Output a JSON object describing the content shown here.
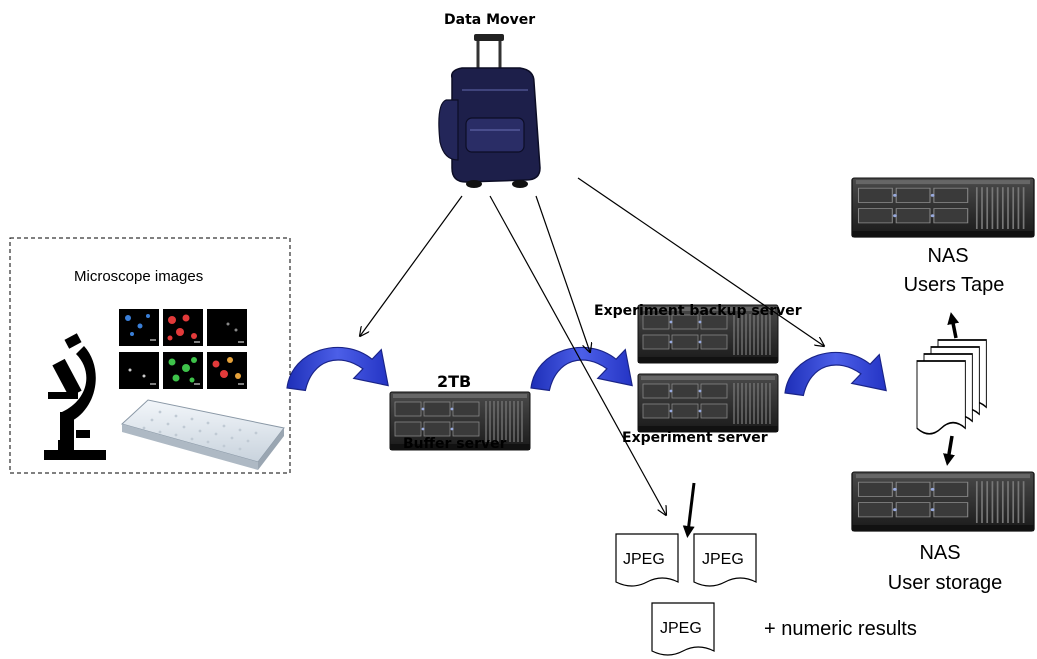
{
  "labels": {
    "data_mover": "Data Mover",
    "microscope_images": "Microscope images",
    "buffer_capacity": "2TB",
    "buffer_server": "Buffer server",
    "experiment_backup_server": "Experiment backup server",
    "experiment_server": "Experiment server",
    "nas_top_line1": "NAS",
    "nas_top_line2": "Users Tape",
    "nas_bottom_line1": "NAS",
    "nas_bottom_line2": "User storage",
    "jpeg_1": "JPEG",
    "jpeg_2": "JPEG",
    "jpeg_3": "JPEG",
    "numeric_results": "+ numeric results"
  },
  "colors": {
    "flow_arrow": "#2f3fd6",
    "server_body": "#2a2a2a",
    "backpack": "#1d1f4a",
    "micro_red": "#e23a3a",
    "micro_green": "#3ec24a",
    "micro_blue": "#3a7fd8"
  },
  "icons": {
    "data_mover": "backpack-icon",
    "microscope": "microscope-icon",
    "well_plate": "well-plate-icon",
    "server": "rack-server-icon",
    "document": "document-icon",
    "document_stack": "document-stack-icon"
  }
}
